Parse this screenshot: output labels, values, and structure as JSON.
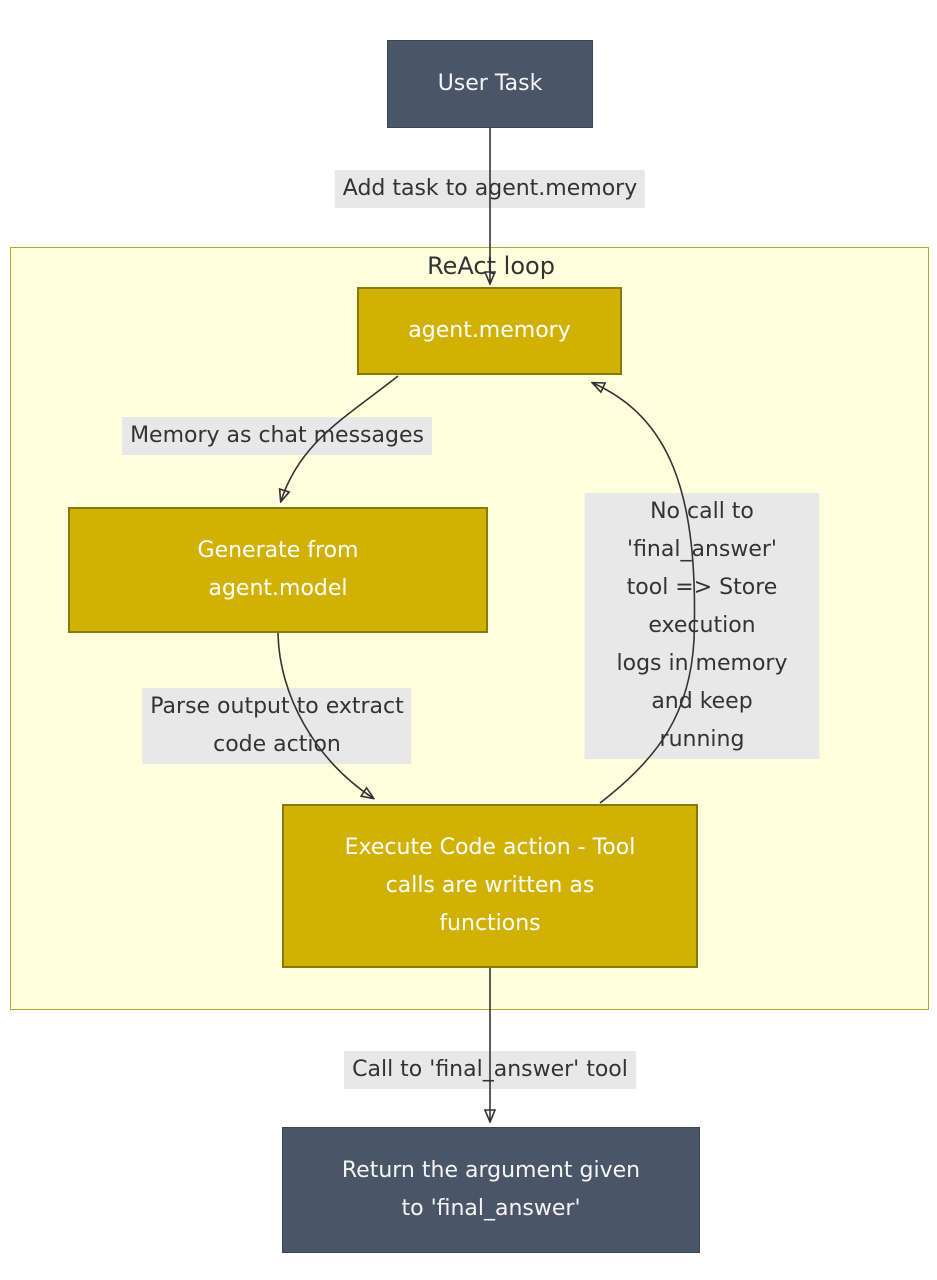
{
  "diagram": {
    "type": "flowchart",
    "container": {
      "label": "ReAct loop"
    },
    "nodes": {
      "user_task": {
        "label": "User Task",
        "style": "dark"
      },
      "agent_memory": {
        "label": "agent.memory",
        "style": "gold"
      },
      "generate_model": {
        "label": "Generate from\nagent.model",
        "style": "gold"
      },
      "execute_code": {
        "label": "Execute Code action - Tool\ncalls are written as\nfunctions",
        "style": "gold"
      },
      "return_final": {
        "label": "Return the argument given\nto 'final_answer'",
        "style": "dark"
      }
    },
    "edges": {
      "add_task": {
        "label": "Add task to agent.memory",
        "from": "user_task",
        "to": "agent_memory"
      },
      "memory_messages": {
        "label": "Memory as chat messages",
        "from": "agent_memory",
        "to": "generate_model"
      },
      "parse_output": {
        "label": "Parse output to extract\ncode action",
        "from": "generate_model",
        "to": "execute_code"
      },
      "no_call": {
        "label": "No call to 'final_answer'\ntool => Store execution\nlogs in memory and keep\nrunning",
        "from": "execute_code",
        "to": "agent_memory"
      },
      "call_final": {
        "label": "Call to 'final_answer' tool",
        "from": "execute_code",
        "to": "return_final"
      }
    },
    "colors": {
      "node_dark_fill": "#4a5568",
      "node_dark_border": "#3a4557",
      "node_gold_fill": "#d1b204",
      "node_gold_border": "#877a08",
      "cluster_fill": "#ffffde",
      "cluster_border": "#aaaa33",
      "edge_label_bg": "#e8e8e8",
      "edge_color": "#333333",
      "label_text": "#333333",
      "node_text": "#ffffff",
      "page_bg": "#ffffff"
    }
  }
}
